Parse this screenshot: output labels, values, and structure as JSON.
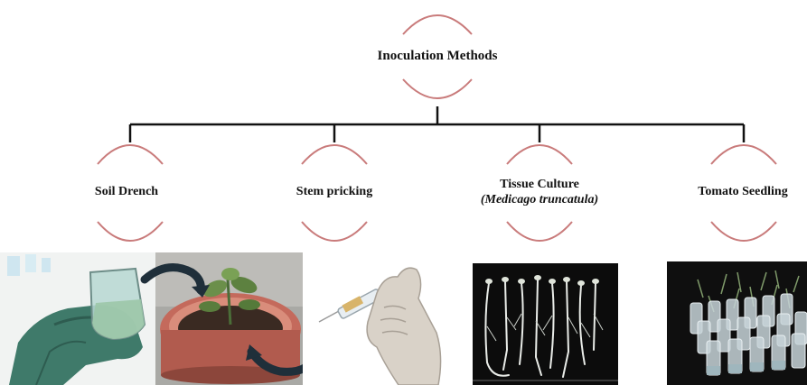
{
  "title": "Inoculation Methods",
  "methods": [
    {
      "label": "Soil Drench",
      "label_line2": "",
      "image": "soil-drench-photo"
    },
    {
      "label": "Stem pricking",
      "label_line2": "",
      "image": "stem-pricking-photo"
    },
    {
      "label": "Tissue Culture",
      "label_line2": "(Medicago truncatula)",
      "image": "tissue-culture-photo"
    },
    {
      "label": "Tomato Seedling",
      "label_line2": "",
      "image": "tomato-seedling-photo"
    }
  ],
  "colors": {
    "arc": "#c97b7b",
    "connector": "#111111",
    "glove_green": "#3f7a6a",
    "glove_white": "#d9d2c8",
    "pot": "#c46a5c",
    "dark_bg": "#0c0c0c"
  }
}
